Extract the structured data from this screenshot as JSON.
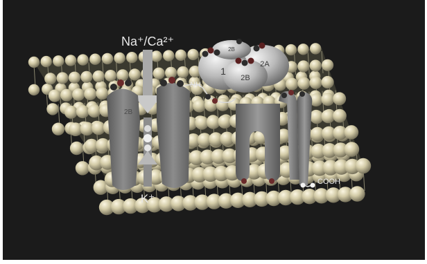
{
  "ions": {
    "influx": "Na⁺/Ca²⁺",
    "efflux": "K⁺"
  },
  "termini": {
    "n_terminus": "NH",
    "c_terminus": "COOH"
  },
  "subunits": {
    "domain_1": "1",
    "domain_2b": "2B",
    "domain_2a": "2A",
    "domain_2b_small": "2B"
  },
  "colors": {
    "background": "#1b1b1b",
    "sphere": "#cfc7a3",
    "protein": "#7d7d7d",
    "label": "#e8e8e8"
  }
}
